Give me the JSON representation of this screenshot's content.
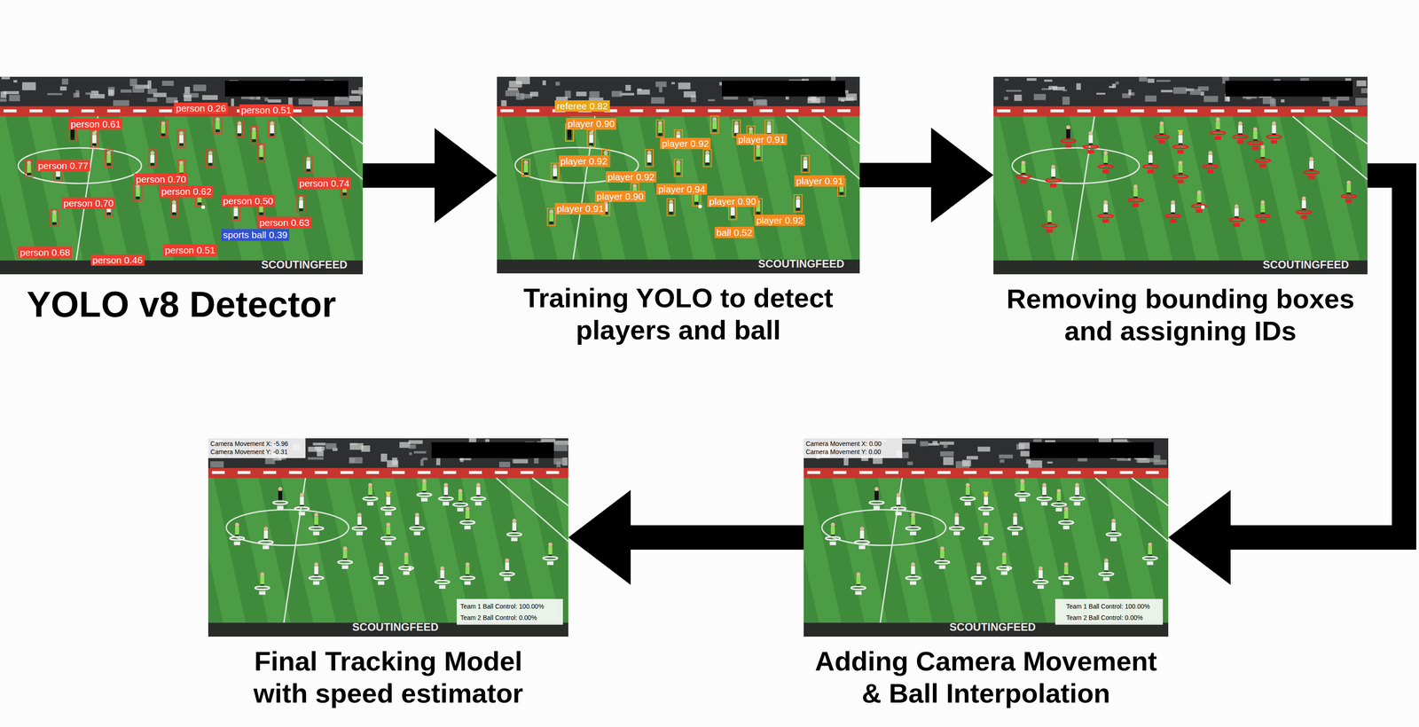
{
  "diagram": {
    "nodes": [
      {
        "text": [
          "YOLO v8 Detector"
        ]
      },
      {
        "text": [
          "Training YOLO to detect players and ball"
        ]
      },
      {
        "text": [
          "Removing bounding boxes and assigning IDs"
        ]
      },
      {
        "text": [
          "Adding Camera Movement & Ball Interpolation"
        ]
      },
      {
        "text": [
          "Final Tracking Model with speed estimator"
        ]
      }
    ],
    "edges": [
      {
        "from": 0,
        "to": 1,
        "arrow": "to"
      },
      {
        "from": 1,
        "to": 2,
        "arrow": "to"
      },
      {
        "from": 2,
        "to": 3,
        "arrow": "to"
      },
      {
        "from": 3,
        "to": 4,
        "arrow": "to"
      }
    ],
    "labels": [
      "person 0.26",
      "person 0.61",
      "person 0.51",
      "person 0.77",
      "person 0.70",
      "person 0.62",
      "person 0.74",
      "person 0.70",
      "person 0.50",
      "person 0.63",
      "sports ball 0.39",
      "person 0.51",
      "person 0.68",
      "person 0.46",
      "SCOUTINGFEED",
      "referee 0.82",
      "player 0.90",
      "player 0.92",
      "player 0.91",
      "player 0.92",
      "player 0.92",
      "player 0.94",
      "player 0.91",
      "player 0.90",
      "player 0.91",
      "player 0.90",
      "player 0.92",
      "ball 0.52",
      "SCOUTINGFEED",
      "SCOUTINGFEED",
      "Camera Movement X: 0.00",
      "Camera Movement Y: 0.00",
      "Team 1 Ball Control: 100.00%",
      "Team 2 Ball Control: 0.00%",
      "SCOUTINGFEED",
      "Camera Movement X: -5.96",
      "Camera Movement Y: -0.31",
      "Team 1 Ball Control: 100.00%",
      "Team 2 Ball Control: 0.00%",
      "SCOUTINGFEED"
    ]
  }
}
